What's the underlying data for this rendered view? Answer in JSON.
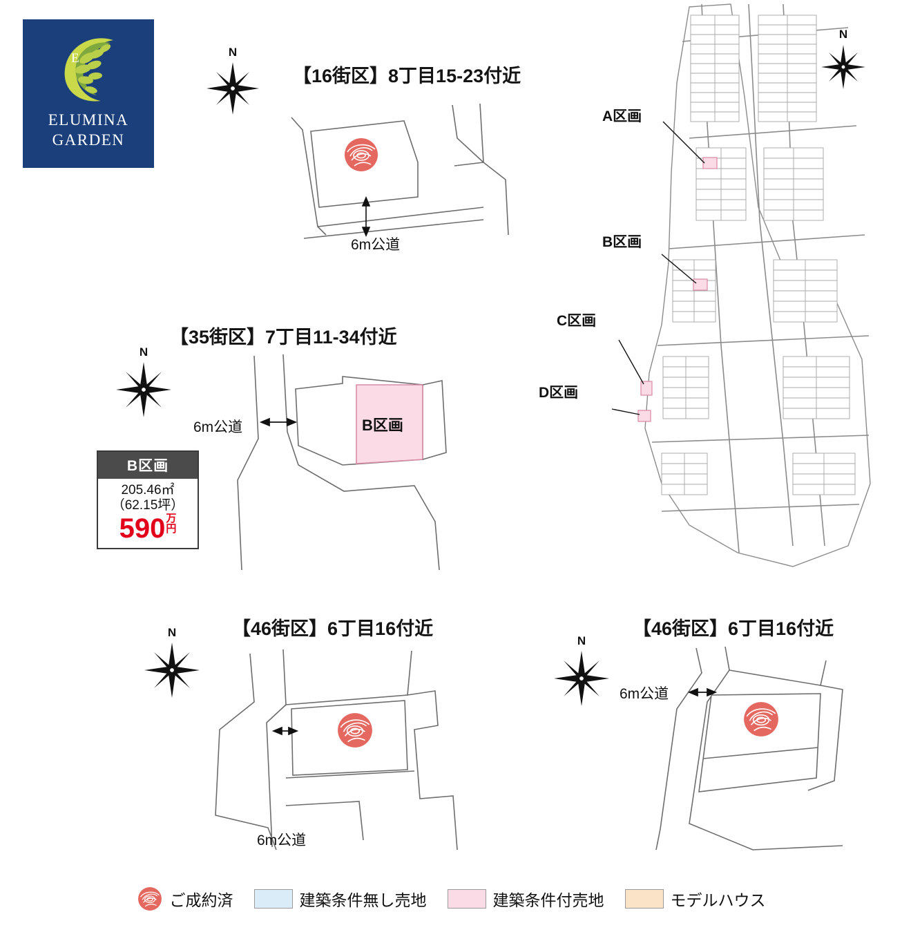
{
  "logo": {
    "line1": "ELUMINA",
    "line2": "GARDEN",
    "monogram": "E",
    "bg_color": "#1b3f7a"
  },
  "sections": [
    {
      "id": "block16",
      "title": "【16街区】8丁目15-23付近",
      "compass_label": "N",
      "road_label": "6m公道",
      "status": "sold"
    },
    {
      "id": "block35",
      "title": "【35街区】7丁目11-34付近",
      "compass_label": "N",
      "road_label": "6m公道",
      "parcel_label": "B区画",
      "price_card": {
        "header": "B区画",
        "area_sqm": "205.46㎡",
        "area_tsubo": "（62.15坪）",
        "price_value": "590",
        "price_unit_top": "万",
        "price_unit_bottom": "円",
        "price_color": "#e3001b"
      }
    },
    {
      "id": "block46a",
      "title": "【46街区】6丁目16付近",
      "compass_label": "N",
      "road_label": "6m公道",
      "status": "sold"
    },
    {
      "id": "block46b",
      "title": "【46街区】6丁目16付近",
      "compass_label": "N",
      "road_label": "6m公道",
      "status": "sold"
    }
  ],
  "overview_map": {
    "compass_label": "N",
    "callouts": [
      {
        "label": "A区画"
      },
      {
        "label": "B区画"
      },
      {
        "label": "C区画"
      },
      {
        "label": "D区画"
      }
    ]
  },
  "legend": {
    "items": [
      {
        "name": "sold-icon",
        "label": "ご成約済",
        "type": "rose",
        "color": "#e4685f"
      },
      {
        "name": "no-build-condition",
        "label": "建築条件無し売地",
        "type": "swatch",
        "color": "#d9ecf7"
      },
      {
        "name": "build-condition",
        "label": "建築条件付売地",
        "type": "swatch",
        "color": "#fbdbe6"
      },
      {
        "name": "model-house",
        "label": "モデルハウス",
        "type": "swatch",
        "color": "#fbe3c8"
      }
    ]
  }
}
